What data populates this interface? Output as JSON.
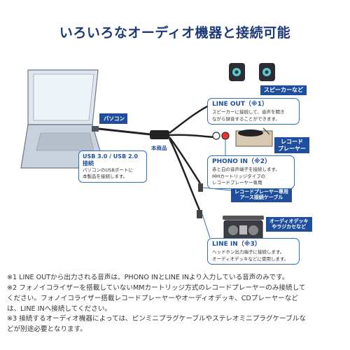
{
  "title": "いろいろなオーディオ機器と接続可能",
  "labels": {
    "pc": "パソコン",
    "speaker": "スピーカーなど",
    "record_player": [
      "レコード",
      "プレーヤー"
    ],
    "main_unit": "本商品",
    "ground_cable": [
      "レコードプレーヤー専用",
      "アース接続ケーブル"
    ],
    "cassette": [
      "オーディオデッキ",
      "やラジカセなど"
    ]
  },
  "usb": {
    "title": "USB 3.0 / USB 2.0接続",
    "desc": [
      "パソコンのUSBポートに",
      "本製品を接続します。"
    ]
  },
  "line_out": {
    "title": "LINE OUT（※1）",
    "desc": [
      "スピーカーに接続して、音声を聞き",
      "ながら録音することができます。"
    ]
  },
  "phono_in": {
    "title": "PHONO IN（※2）",
    "desc": [
      "赤と白の音声端子を接続します。",
      "MMカートリッジタイプの",
      "レコードプレーヤー専用"
    ]
  },
  "line_in": {
    "title": "LINE IN（※3）",
    "desc": [
      "ヘッドホン出力端子に接続します。",
      "オーディオデッキなどに使用します。"
    ]
  },
  "notes": [
    "※1 LINE OUTから出力される音声は、PHONO INとLINE INより入力している音声のみです。",
    "※2 フォノイコライザーを搭載していないMMカートリッジ方式のレコードプレーヤーのみ接続して",
    "ください。フォノイコライザー搭載レコードプレーヤーやオーディオデッキ、CDプレーヤーなど",
    "は、LINE INへ接続してください。",
    "※3 接続するオーディオ機器によっては、ピンミニプラグケーブルやステレオミニプラグケーブルな",
    "どが別途必要となります。"
  ],
  "colors": {
    "accent": "#1f4e9c",
    "title": "#1f3a78",
    "border": "#2a6fbd"
  }
}
